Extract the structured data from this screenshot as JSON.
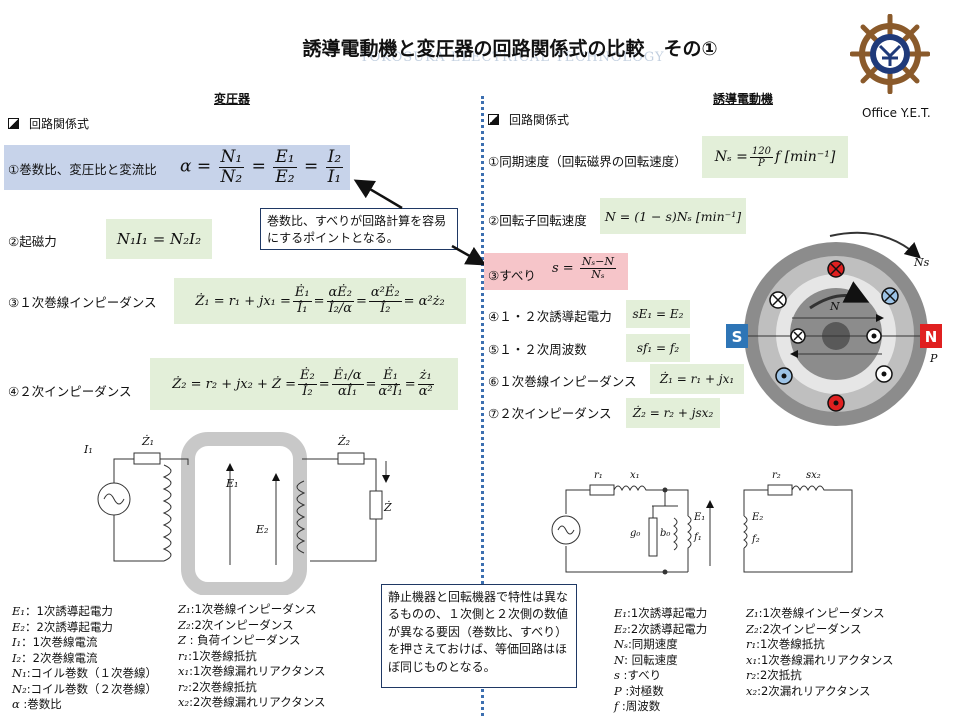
{
  "title": "誘導電動機と変圧器の回路関係式の比較　その①",
  "watermark": "YOKOSUKA ELECTRICAL TECHNOLOGY",
  "logo_text": "Office Y.E.T.",
  "left": {
    "heading": "変圧器",
    "section": "回路関係式",
    "items": [
      {
        "label": "①巻数比、変圧比と変流比"
      },
      {
        "label": "②起磁力"
      },
      {
        "label": "③１次巻線インピーダンス"
      },
      {
        "label": "④２次インピーダンス"
      }
    ]
  },
  "right": {
    "heading": "誘導電動機",
    "section": "回路関係式",
    "items": [
      {
        "label": "①同期速度（回転磁界の回転速度）"
      },
      {
        "label": "②回転子回転速度"
      },
      {
        "label": "③すべり"
      },
      {
        "label": "④１・２次誘導起電力"
      },
      {
        "label": "⑤１・２次周波数"
      },
      {
        "label": "⑥１次巻線インピーダンス"
      },
      {
        "label": "⑦２次インピーダンス"
      }
    ]
  },
  "note_top": "巻数比、すべりが回路計算を容易にするポイントとなる。",
  "note_bottom": "静止機器と回転機器で特性は異なるものの、１次側と２次側の数値が異なる要因（巻数比、すべり）を押さえておけば、等価回路はほぼ同じものとなる。",
  "motor_labels": {
    "s": "S",
    "n": "N",
    "ns": "Ns",
    "n_rot": "N",
    "p": "P"
  },
  "legend_left_a": [
    {
      "sym": "E₁",
      "text": "：1次誘導起電力"
    },
    {
      "sym": "E₂",
      "text": "：2次誘導起電力"
    },
    {
      "sym": "I₁",
      "text": "：1次巻線電流"
    },
    {
      "sym": "I₂",
      "text": "：2次巻線電流"
    },
    {
      "sym": "N₁",
      "text": ":コイル巻数（１次巻線）"
    },
    {
      "sym": "N₂",
      "text": ":コイル巻数（２次巻線）"
    },
    {
      "sym": "α",
      "text": " :巻数比"
    }
  ],
  "legend_left_b": [
    {
      "sym": "Z₁",
      "text": ":1次巻線インピーダンス"
    },
    {
      "sym": "Z₂",
      "text": ":2次インピーダンス"
    },
    {
      "sym": "Z",
      "text": " : 負荷インピーダンス"
    },
    {
      "sym": "r₁",
      "text": ":1次巻線抵抗"
    },
    {
      "sym": "x₁",
      "text": ":1次巻線漏れリアクタンス"
    },
    {
      "sym": "r₂",
      "text": ":2次巻線抵抗"
    },
    {
      "sym": "x₂",
      "text": ":2次巻線漏れリアクタンス"
    }
  ],
  "legend_right_a": [
    {
      "sym": "E₁",
      "text": ":1次誘導起電力"
    },
    {
      "sym": "E₂",
      "text": ":2次誘導起電力"
    },
    {
      "sym": "Nₛ",
      "text": ":同期速度"
    },
    {
      "sym": "N",
      "text": ": 回転速度"
    },
    {
      "sym": "s",
      "text": " :すべり"
    },
    {
      "sym": "P",
      "text": " :対極数"
    },
    {
      "sym": "f",
      "text": " :周波数"
    }
  ],
  "legend_right_b": [
    {
      "sym": "Z₁",
      "text": ":1次巻線インピーダンス"
    },
    {
      "sym": "Z₂",
      "text": ":2次インピーダンス"
    },
    {
      "sym": "r₁",
      "text": ":1次巻線抵抗"
    },
    {
      "sym": "x₁",
      "text": ":1次巻線漏れリアクタンス"
    },
    {
      "sym": "r₂",
      "text": ":2次抵抗"
    },
    {
      "sym": "x₂",
      "text": ":2次漏れリアクタンス"
    }
  ],
  "colors": {
    "formula_bg": "#e3efd9",
    "highlight_blue": "#c7d3ea",
    "highlight_pink": "#f6c5c9",
    "divider": "#3c6fb0",
    "north": "#e02020",
    "south": "#2e75b6"
  }
}
